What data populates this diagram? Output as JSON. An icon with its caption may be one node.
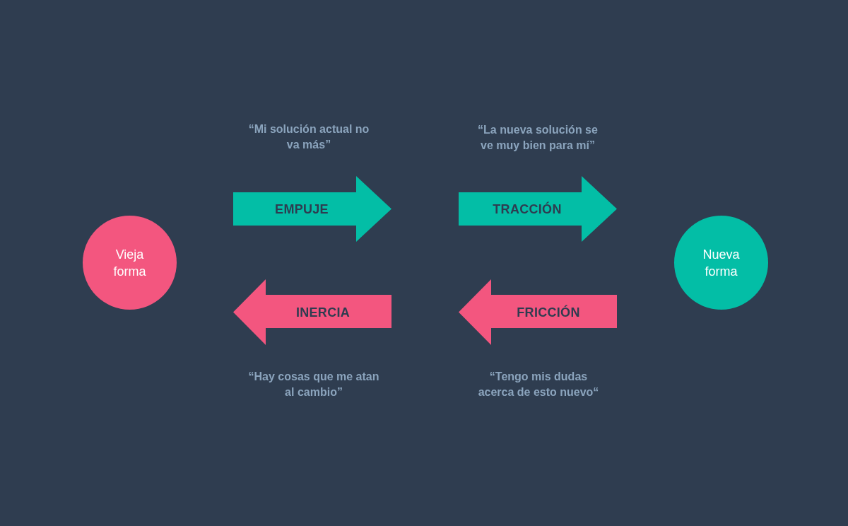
{
  "diagram": {
    "nodes": [
      {
        "text": [
          "Vieja forma"
        ]
      },
      {
        "text": [
          "EMPUJE"
        ],
        "beside": [
          "“Mi solución actual no va más”"
        ]
      },
      {
        "text": [
          "TRACCIÓN"
        ],
        "beside": [
          "“La nueva solución se ve muy bien para mí”"
        ]
      },
      {
        "text": [
          "INERCIA"
        ],
        "beside": [
          "“Hay cosas que me atan al cambio”"
        ]
      },
      {
        "text": [
          "FRICCIÓN"
        ],
        "beside": [
          "“Tengo mis dudas acerca de esto nuevo“"
        ]
      },
      {
        "text": [
          "Nueva forma"
        ]
      }
    ]
  }
}
